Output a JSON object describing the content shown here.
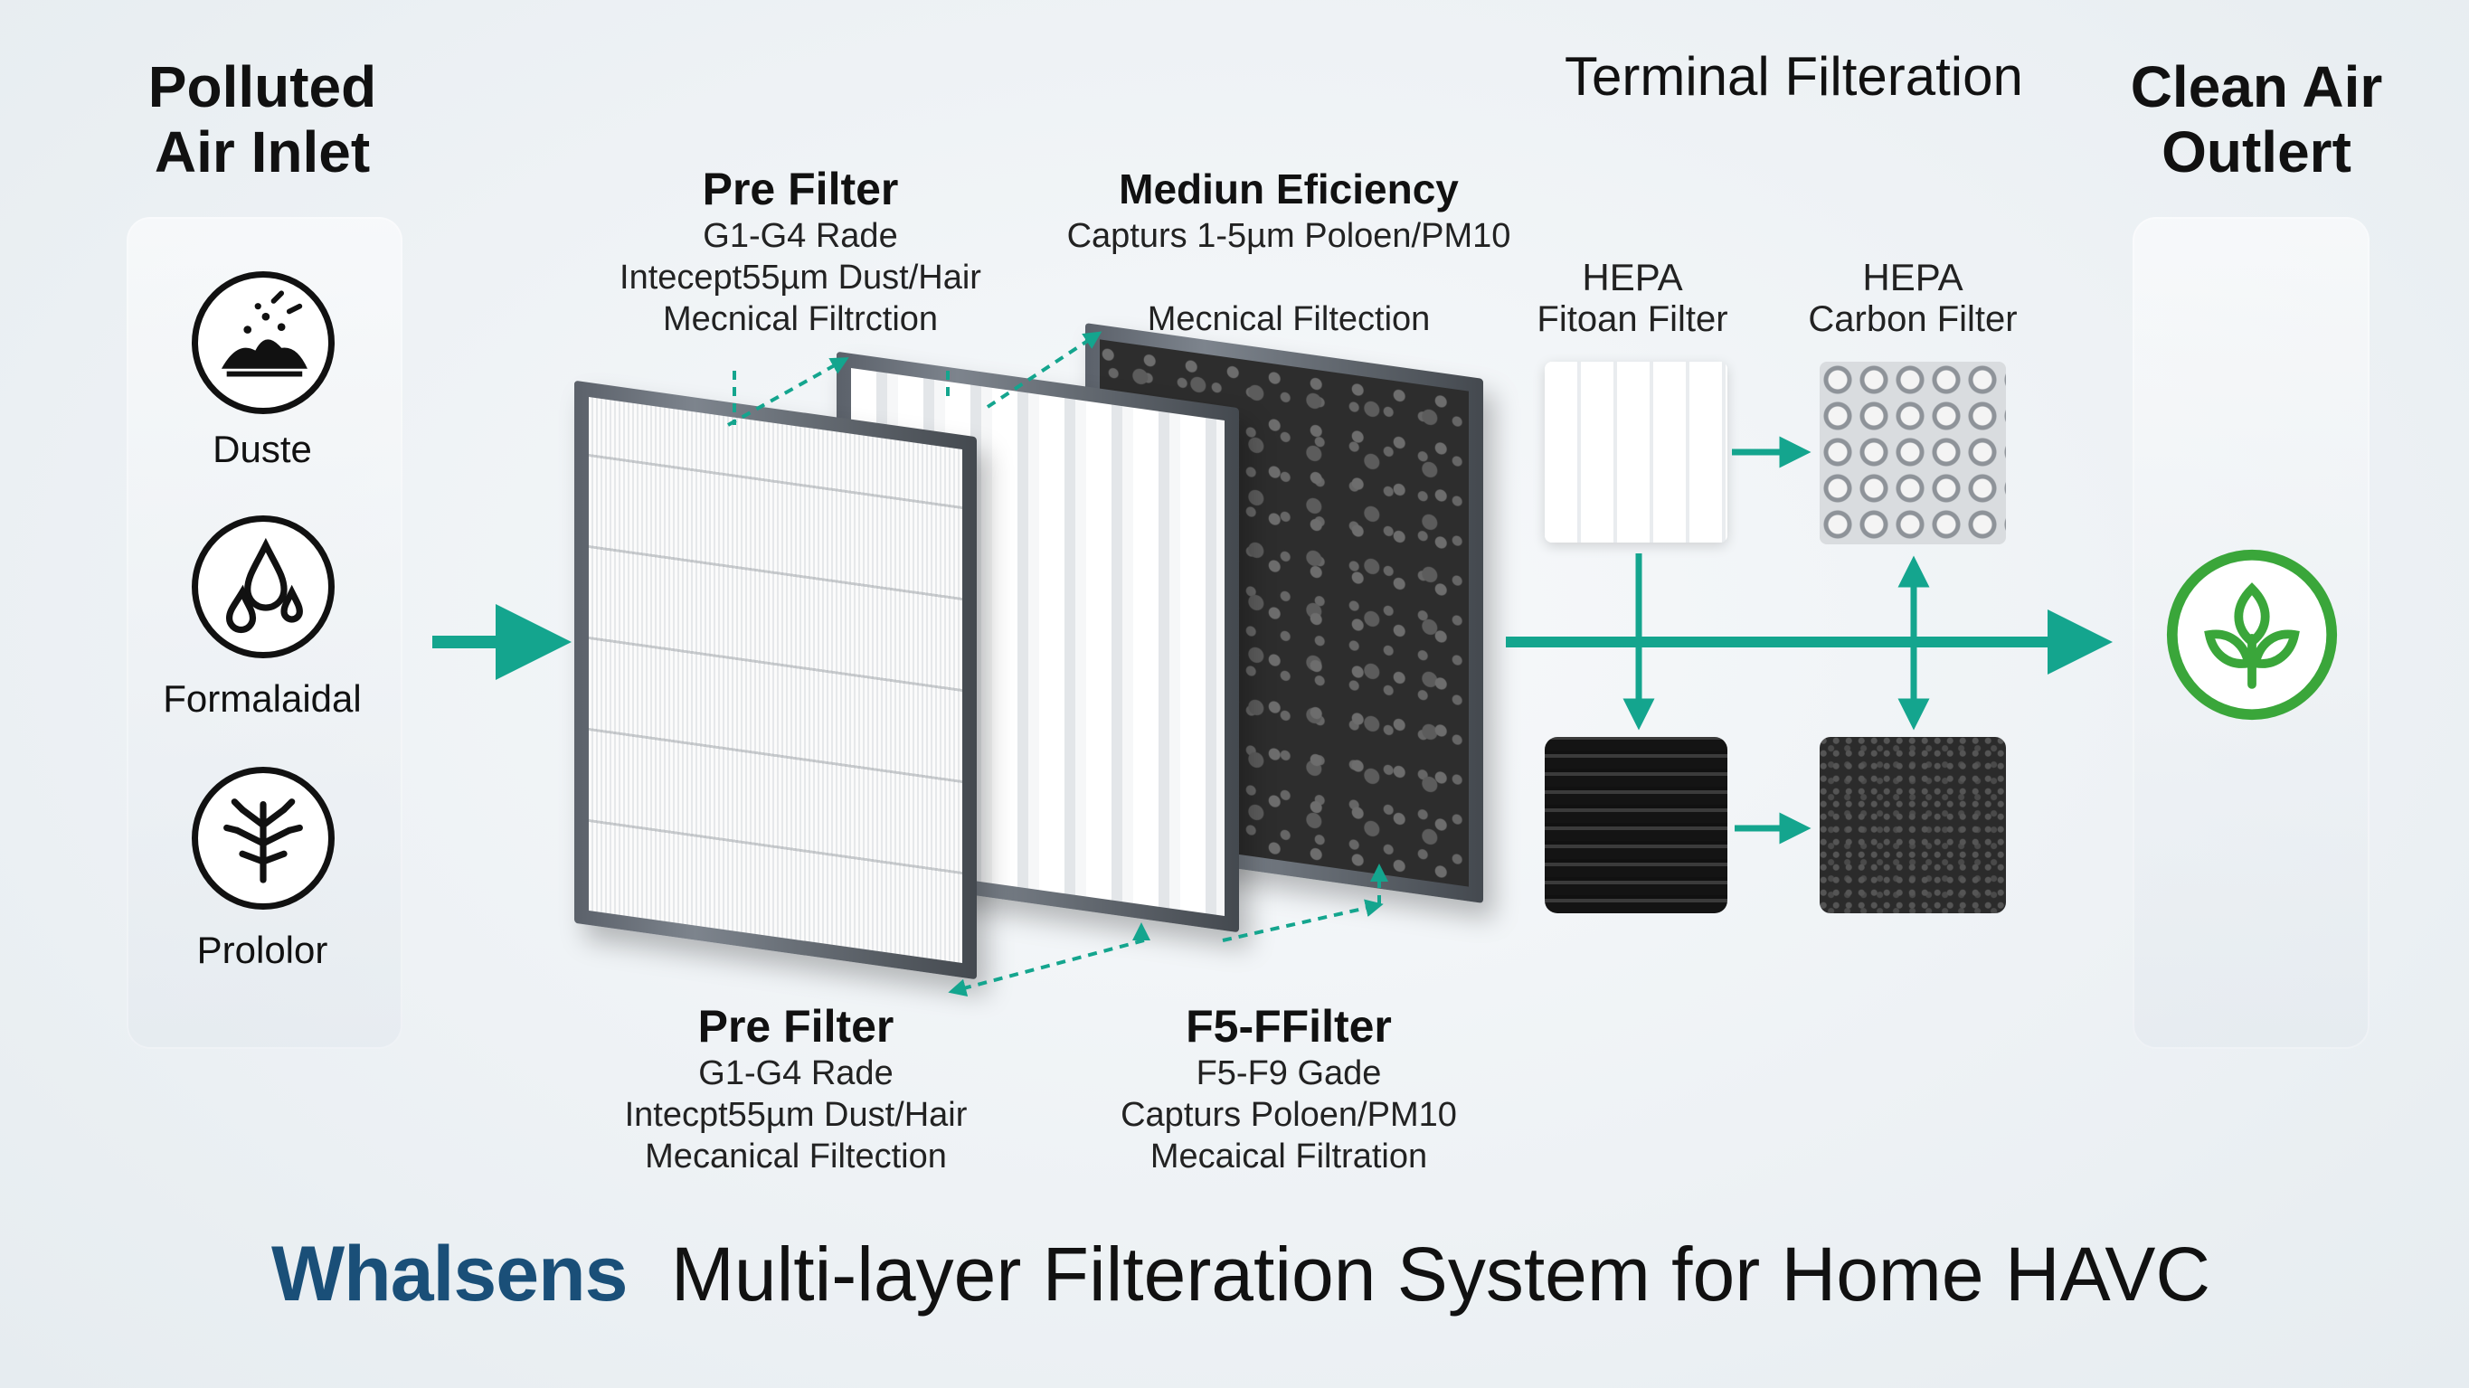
{
  "inlet": {
    "title_line1": "Polluted",
    "title_line2": "Air Inlet",
    "items": [
      {
        "label": "Duste",
        "icon": "dust-icon"
      },
      {
        "label": "Formalaidal",
        "icon": "droplets-icon"
      },
      {
        "label": "Prololor",
        "icon": "plant-icon"
      }
    ]
  },
  "outlet": {
    "title_line1": "Clean Air",
    "title_line2": "Outlert",
    "icon": "leaf-icon"
  },
  "terminal": {
    "title": "Terminal Filteration",
    "hepa_fitoan": {
      "line1": "HEPA",
      "line2": "Fitoan Filter"
    },
    "hepa_carbon": {
      "line1": "HEPA",
      "line2": "Carbon Filter"
    }
  },
  "top_filters": [
    {
      "title": "Pre Filter",
      "lines": [
        "G1-G4 Rade",
        "Intecept55µm Dust/Hair",
        "Mecnical Filtrction"
      ]
    },
    {
      "title": "Mediun Eficiency",
      "lines": [
        "Capturs 1-5µm Poloen/PM10",
        "",
        "Mecnical Filtection"
      ]
    }
  ],
  "bottom_filters": [
    {
      "title": "Pre Filter",
      "lines": [
        "G1-G4 Rade",
        "Intecpt55µm Dust/Hair",
        "Mecanical Filtection"
      ]
    },
    {
      "title": "F5-FFilter",
      "lines": [
        "F5-F9 Gade",
        "Capturs Poloen/PM10",
        "Mecaical Filtration"
      ]
    }
  ],
  "footer": {
    "brand": "Whalsens",
    "tagline": "Multi-layer Filteration System for Home HAVC"
  },
  "colors": {
    "arrow_teal": "#14a58e",
    "brand_blue": "#1a4f78",
    "leaf_green": "#3aa63a"
  }
}
